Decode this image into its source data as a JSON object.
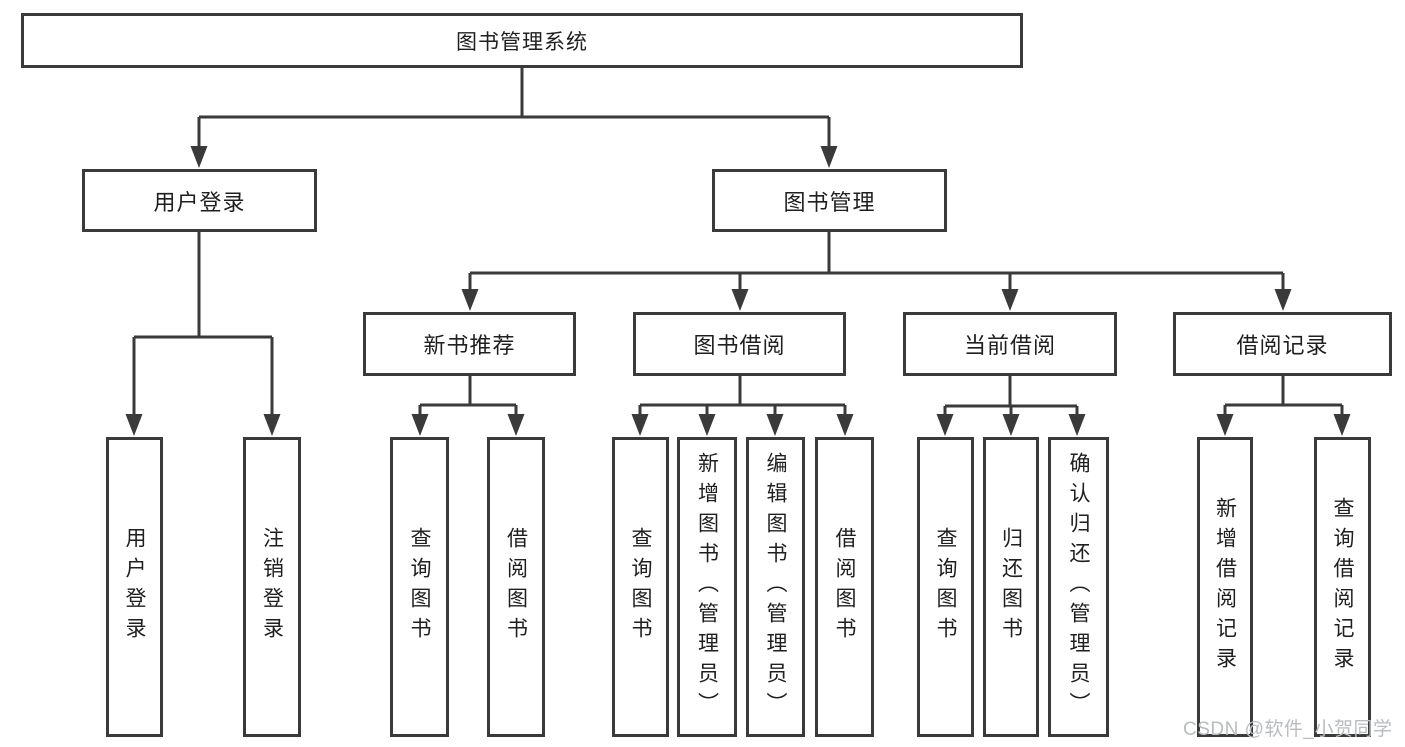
{
  "diagram": {
    "type": "hierarchy-tree",
    "line_color": "#3a3a3a",
    "box_background": "#ffffff",
    "text_color": "#1f1f1f",
    "tree": {
      "label": "图书管理系统",
      "children": [
        {
          "label": "用户登录",
          "children": [
            {
              "label": "用户登录"
            },
            {
              "label": "注销登录"
            }
          ]
        },
        {
          "label": "图书管理",
          "children": [
            {
              "label": "新书推荐",
              "children": [
                {
                  "label": "查询图书"
                },
                {
                  "label": "借阅图书"
                }
              ]
            },
            {
              "label": "图书借阅",
              "children": [
                {
                  "label": "查询图书"
                },
                {
                  "label": "新增图书（管理员）"
                },
                {
                  "label": "编辑图书（管理员）"
                },
                {
                  "label": "借阅图书"
                }
              ]
            },
            {
              "label": "当前借阅",
              "children": [
                {
                  "label": "查询图书"
                },
                {
                  "label": "归还图书"
                },
                {
                  "label": "确认归还（管理员）"
                }
              ]
            },
            {
              "label": "借阅记录",
              "children": [
                {
                  "label": "新增借阅记录"
                },
                {
                  "label": "查询借阅记录"
                }
              ]
            }
          ]
        }
      ]
    }
  },
  "watermark": {
    "text": "CSDN @软件_小贺同学",
    "color": "#b9bcbe"
  }
}
